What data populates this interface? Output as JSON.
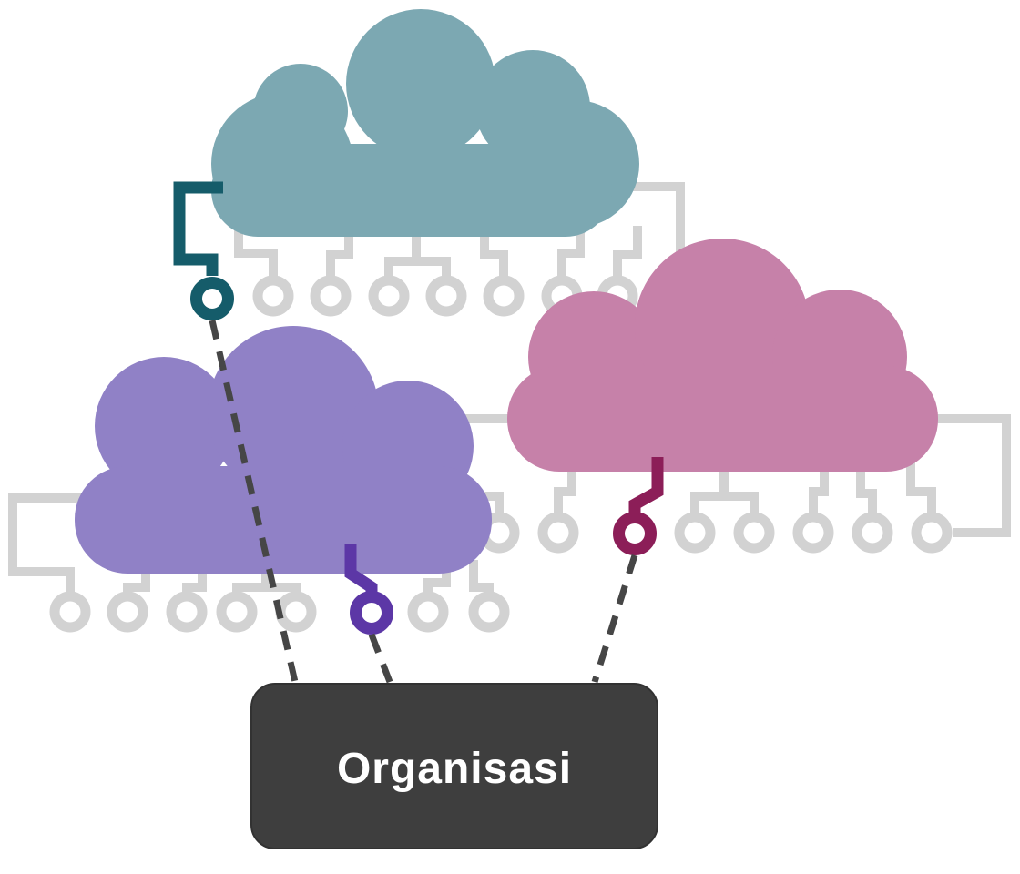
{
  "org_box": {
    "label": "Organisasi",
    "bg_color": "#3e3e3e",
    "text_color": "#ffffff"
  },
  "clouds": [
    {
      "name": "teal-cloud",
      "color": "#7ca8b2",
      "connector_color": "#155c6a"
    },
    {
      "name": "purple-cloud",
      "color": "#9081c6",
      "connector_color": "#5c37a6"
    },
    {
      "name": "pink-cloud",
      "color": "#c681a9",
      "connector_color": "#8c1e58"
    }
  ],
  "colors": {
    "circuit_gray": "#d2d2d2",
    "dashed_line": "#464646",
    "background": "#ffffff"
  }
}
